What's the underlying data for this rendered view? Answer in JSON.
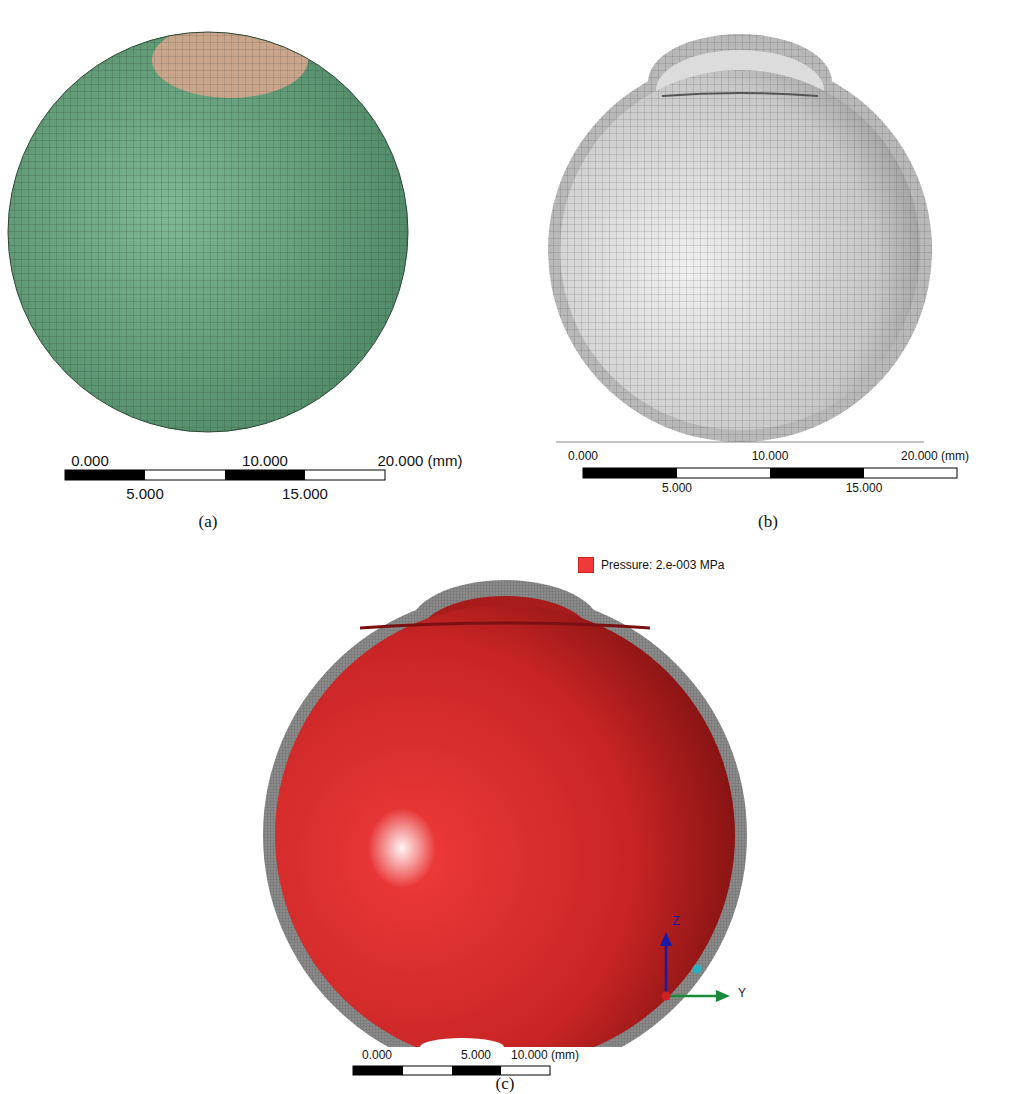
{
  "diagram": {
    "labels": [
      "0.000",
      "10.000",
      "20.000 (mm)",
      "5.000",
      "15.000",
      "(a)",
      "0.000",
      "10.000",
      "20.000 (mm)",
      "5.000",
      "15.000",
      "(b)",
      "Z",
      "Y",
      "0.000",
      "5.000",
      "10.000 (mm)",
      "(c)"
    ],
    "legend": [
      {
        "text": "Pressure: 2.e-003 MPa",
        "color": "#f03a3a"
      }
    ]
  }
}
